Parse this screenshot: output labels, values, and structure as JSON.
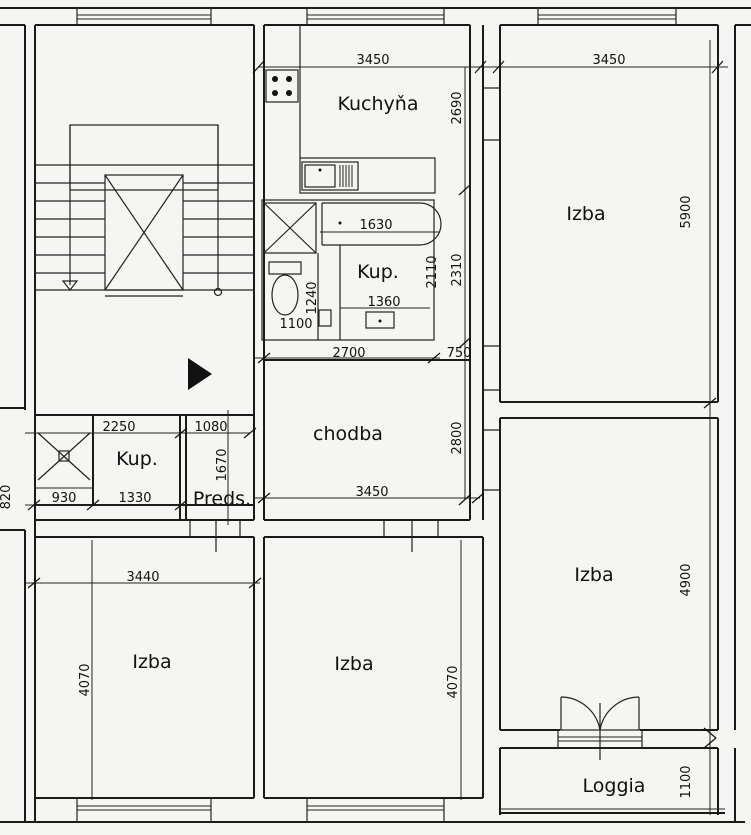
{
  "rooms": {
    "kitchen": "Kuchyňa",
    "bathroom_main": "Kup.",
    "bathroom_small": "Kup.",
    "hallway": "chodba",
    "entry": "Preds.",
    "room_top_right": "Izba",
    "room_mid_right": "Izba",
    "room_bottom_left": "Izba",
    "room_bottom_center": "Izba",
    "loggia": "Loggia"
  },
  "dimensions": {
    "kitchen_width": "3450",
    "kitchen_height": "2690",
    "room_top_right_width": "3450",
    "room_top_right_height": "5900",
    "bath_tub_length": "1630",
    "bath_inner_height": "2110",
    "bath_outer_height": "2310",
    "bath_sink_width": "1360",
    "wc_height": "1240",
    "wc_width": "1100",
    "hall_top_width": "2700",
    "hall_top_right": "750",
    "hallway_height": "2800",
    "hallway_width": "3450",
    "small_bath_width": "2250",
    "entry_width": "1080",
    "entry_height": "1670",
    "shaft_width": "930",
    "small_bath_lower_width": "1330",
    "left_edge_dim": "820",
    "room_bottom_left_width": "3440",
    "room_bottom_left_height": "4070",
    "room_bottom_center_height": "4070",
    "room_mid_right_height": "4900",
    "loggia_height": "1100"
  }
}
